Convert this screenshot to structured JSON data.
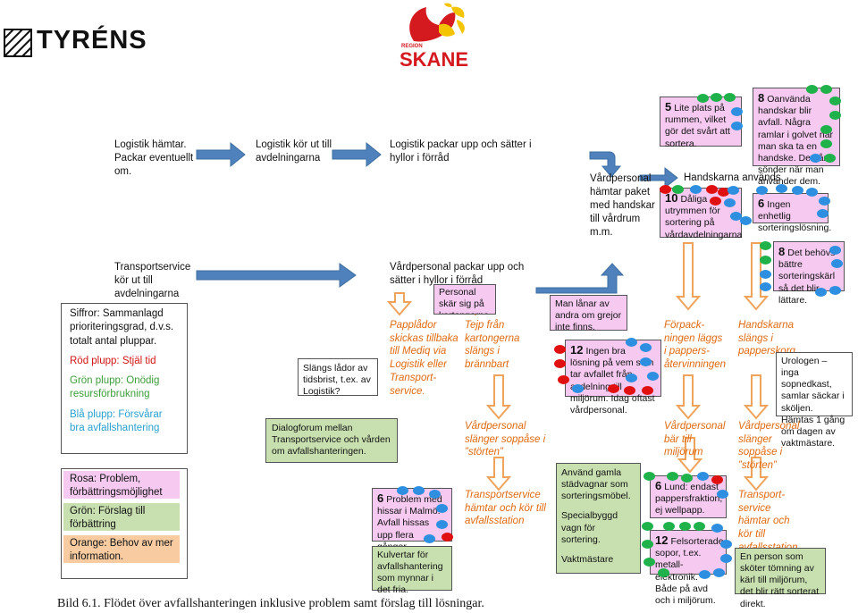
{
  "logos": {
    "tyrens": "TYRÉNS",
    "region_small": "REGION",
    "skane": "SKANE"
  },
  "row1": {
    "step1": "Logistik hämtar. Packar eventuellt om.",
    "step2": "Logistik kör ut till avdelningarna",
    "step3": "Logistik packar upp och sätter i hyllor i förråd",
    "step4": "Vårdpersonal hämtar paket med handskar till vårdrum m.m.",
    "handskarna": "Handskarna används",
    "box5_num": "5",
    "box5_text": "Lite plats på rummen, vilket gör det svårt att sortera.",
    "box8a_num": "8",
    "box8a_text": "Oanvända handskar blir avfall. Några ramlar i golvet när man ska ta en handske. De går sönder när man använder dem.",
    "box10_num": "10",
    "box10_text": "Dåliga utrymmen för sortering på vårdavdelningarna",
    "box6a_num": "6",
    "box6a_text": "Ingen enhetlig sorteringslösning."
  },
  "row2": {
    "transport": "Transportservice kör ut till avdelningarna",
    "vardpersonal_packar": "Vårdpersonal packar upp och sätter i hyllor i förråd",
    "personal_box": "Personal skär sig på kartongerna",
    "man_lanar": "Man lånar av andra om grejor inte finns.",
    "box12a_num": "12",
    "box12a_text": "Ingen bra lösning på vem som tar avfallet från avdelning till miljörum. Idag oftast vårdpersonal.",
    "box8b_num": "8",
    "box8b_text": "Det behövs bättre sorteringskärl så det blir lättare.",
    "slangs": "Slängs lådor av tidsbrist, t.ex. av Logistik?",
    "papplador": "Papplådor skickas tillbaka till Mediq via Logistik eller Transport-service.",
    "tejp": "Tejp från kartongerna slängs i brännbart",
    "forpack": "Förpack-ningen läggs i pappers-återvinningen",
    "handskarna_slangs": "Handskarna slängs i papperskorg",
    "urologen": "Urologen – inga sopnedkast, samlar säckar i sköljen. Hämtas 1 gång om dagen av vaktmästare."
  },
  "legend": {
    "siffror": "Siffror: Sammanlagd prioriteringsgrad, d.v.s. totalt antal pluppar.",
    "rod": "Röd plupp: Stjäl tid",
    "gron": "Grön plupp: Onödig resursförbrukning",
    "bla": "Blå plupp: Försvårar bra avfallshantering",
    "rosa": "Rosa: Problem, förbättringsmöjlighet",
    "gron_box": "Grön: Förslag till förbättring",
    "orange_box": "Orange: Behov av mer information."
  },
  "row3": {
    "dialogforum": "Dialogforum mellan Transportservice och vården om avfallshanteringen.",
    "soppase1": "Vårdpersonal slänger soppåse i ”störten”",
    "bar_till": "Vårdpersonal bär till miljörum",
    "soppase2": "Vårdpersonal slänger soppåse i ”störten”"
  },
  "row4": {
    "box6b_num": "6",
    "box6b_text": "Problem med hissar i Malmö. Avfall hissas upp flera gånger.",
    "kulvertar": "Kulvertar för avfallshantering som mynnar i det fria.",
    "transport_hamtar": "Transportservice hämtar och kör till avfallsstation",
    "anvand_gamla": "Använd gamla städvagnar som sorteringsmöbel.",
    "specialbyggd": "Specialbyggd vagn för sortering.",
    "vaktmastare": "Vaktmästare",
    "box6c_num": "6",
    "box6c_text": "Lund: endast pappersfraktion, ej wellpapp.",
    "box12b_num": "12",
    "box12b_text": "Felsorterade sopor, t.ex. metall-elektronik. Både på avd och i miljörum.",
    "transport_service2": "Transport-service hämtar och kör till avfallsstation",
    "en_person": "En person som sköter tömning av kärl till miljörum, det blir rätt sorterat direkt."
  },
  "caption": "Bild 6.1. Flödet över avfallshanteringen inklusive problem samt förslag till lösningar.",
  "colors": {
    "pink": "#f5c9f0",
    "green": "#c8e0b0",
    "orange_text": "#e06a10",
    "arrow_blue": "#4f81bd",
    "arrow_orange": "#f0a35a",
    "dot_red": "#e01010",
    "dot_green": "#1fb24a",
    "dot_blue": "#2e8fe0",
    "skane_red": "#d4191f",
    "skane_yellow": "#f5c400"
  }
}
